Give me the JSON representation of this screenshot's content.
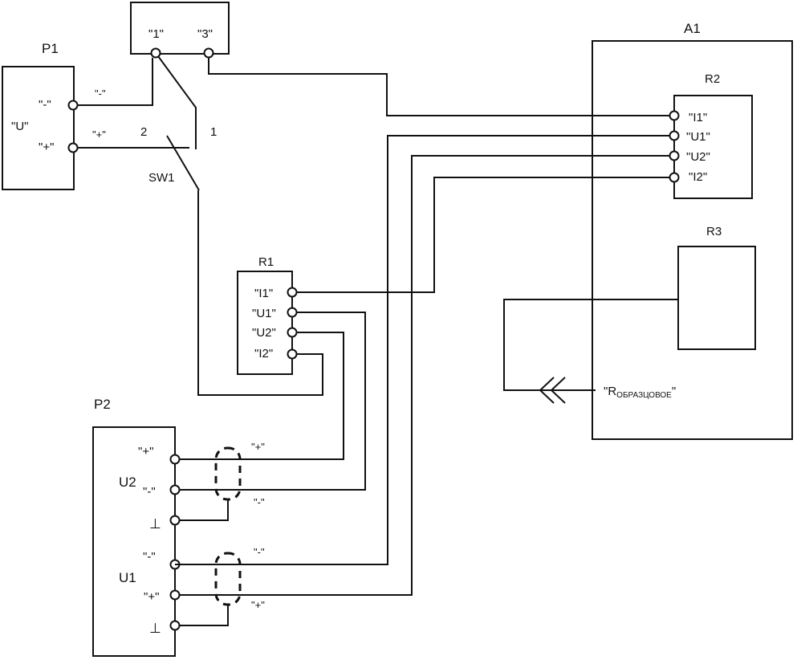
{
  "p1": {
    "title": "P1",
    "u": "\"U\"",
    "minus_term": "\"-\"",
    "plus_term": "\"+\"",
    "minus_wire": "\"-\"",
    "plus_wire": "\"+\""
  },
  "switch": {
    "pos1": "\"1\"",
    "pos3": "\"3\"",
    "contact1": "1",
    "contact2": "2",
    "name": "SW1"
  },
  "a1": {
    "title": "A1"
  },
  "r2": {
    "title": "R2",
    "terminals": [
      "\"I1\"",
      "\"U1\"",
      "\"U2\"",
      "\"I2\""
    ]
  },
  "r3": {
    "title": "R3",
    "ref_label": "\"R",
    "ref_sub": "ОБРАЗЦОВОЕ",
    "ref_close": "\""
  },
  "r1": {
    "title": "R1",
    "terminals": [
      "\"I1\"",
      "\"U1\"",
      "\"U2\"",
      "\"I2\""
    ]
  },
  "p2": {
    "title": "P2",
    "u2": "U2",
    "u1": "U1",
    "u2_plus": "\"+\"",
    "u2_minus": "\"-\"",
    "u1_minus": "\"-\"",
    "u1_plus": "\"+\"",
    "ground": "⊥",
    "wire_u2_plus": "\"+\"",
    "wire_u2_minus": "\"-\"",
    "wire_u1_minus": "\"-\"",
    "wire_u1_plus": "\"+\""
  }
}
